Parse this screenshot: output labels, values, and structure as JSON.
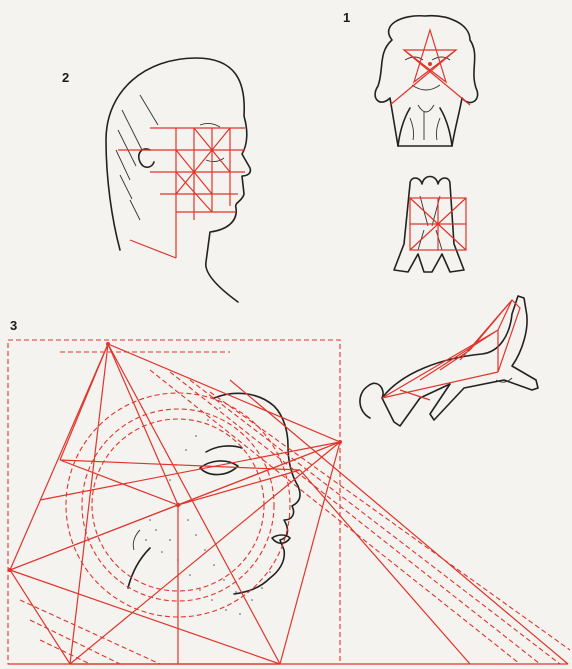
{
  "labels": {
    "fig1": "1",
    "fig2": "2",
    "fig3": "3"
  },
  "colors": {
    "paper": "#f4f3ef",
    "ink": "#222222",
    "construction": "#e0352b"
  },
  "figures": [
    {
      "id": "fig1",
      "subject": "bearded-mask-with-pentagram"
    },
    {
      "id": "fig1",
      "subject": "twin-figures-in-rectangle"
    },
    {
      "id": "fig1",
      "subject": "leaping-feline-with-triangulation"
    },
    {
      "id": "fig2",
      "subject": "head-profile-with-grid"
    },
    {
      "id": "fig3",
      "subject": "face-in-pentagon-circle-construction"
    }
  ]
}
